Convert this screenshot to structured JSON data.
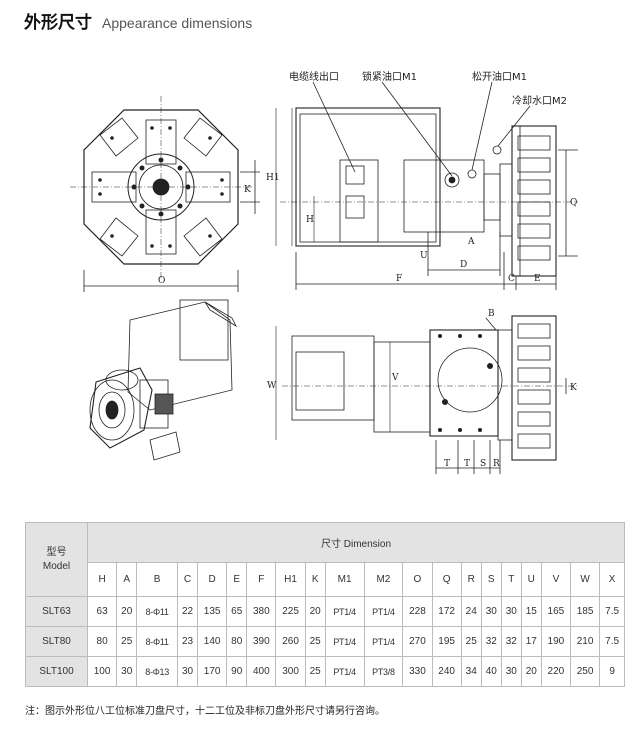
{
  "header": {
    "title_cn": "外形尺寸",
    "title_en": "Appearance dimensions"
  },
  "drawing": {
    "callouts": [
      "电缆线出口",
      "锁紧油口M1",
      "松开油口M1",
      "冷却水口M2"
    ],
    "dims": {
      "O": "O",
      "K": "K",
      "H1": "H1",
      "H": "H",
      "F": "F",
      "C": "C",
      "E": "E",
      "U": "U",
      "D": "D",
      "A": "A",
      "Q": "Q",
      "W": "W",
      "V": "V",
      "B": "B",
      "T": "T",
      "S": "S",
      "R": "R"
    }
  },
  "table": {
    "model_header": [
      "型号",
      "Model"
    ],
    "dimension_header": "尺寸 Dimension",
    "columns": [
      "H",
      "A",
      "B",
      "C",
      "D",
      "E",
      "F",
      "H1",
      "K",
      "M1",
      "M2",
      "O",
      "Q",
      "R",
      "S",
      "T",
      "U",
      "V",
      "W",
      "X"
    ],
    "rows": [
      {
        "model": "SLT63",
        "values": [
          "63",
          "20",
          "8-Φ11",
          "22",
          "135",
          "65",
          "380",
          "225",
          "20",
          "PT1/4",
          "PT1/4",
          "228",
          "172",
          "24",
          "30",
          "30",
          "15",
          "165",
          "185",
          "7.5"
        ]
      },
      {
        "model": "SLT80",
        "values": [
          "80",
          "25",
          "8-Φ11",
          "23",
          "140",
          "80",
          "390",
          "260",
          "25",
          "PT1/4",
          "PT1/4",
          "270",
          "195",
          "25",
          "32",
          "32",
          "17",
          "190",
          "210",
          "7.5"
        ]
      },
      {
        "model": "SLT100",
        "values": [
          "100",
          "30",
          "8-Φ13",
          "30",
          "170",
          "90",
          "400",
          "300",
          "25",
          "PT1/4",
          "PT3/8",
          "330",
          "240",
          "34",
          "40",
          "30",
          "20",
          "220",
          "250",
          "9"
        ]
      }
    ]
  },
  "note": "注：图示外形位八工位标准刀盘尺寸，十二工位及非标刀盘外形尺寸请另行咨询。"
}
